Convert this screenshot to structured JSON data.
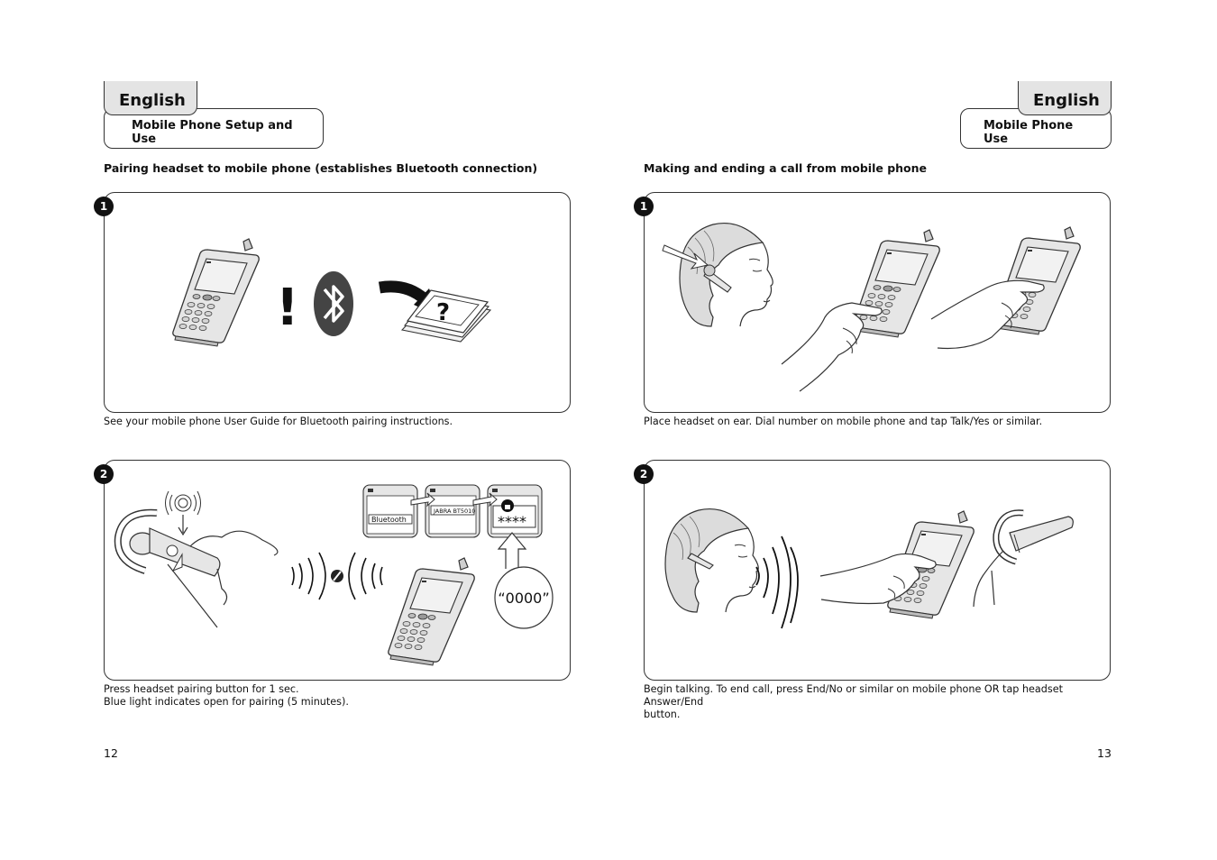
{
  "left_page": {
    "language_tab": "English",
    "section_title": "Mobile Phone Setup and Use",
    "heading": "Pairing headset to mobile phone (establishes Bluetooth connection)",
    "steps": [
      {
        "number": "1",
        "caption": "See your mobile phone User Guide for Bluetooth pairing instructions."
      },
      {
        "number": "2",
        "caption_line1": "Press headset pairing button for 1 sec.",
        "caption_line2": "Blue light indicates open for pairing (5 minutes)."
      }
    ],
    "illustration_text": {
      "exclamation": "!",
      "question": "?",
      "screen_bluetooth": "Bluetooth",
      "screen_device": "JABRA BT5010",
      "screen_pin": "****",
      "passkey": "“0000”"
    },
    "page_number": "12"
  },
  "right_page": {
    "language_tab": "English",
    "section_title": "Mobile Phone Use",
    "heading": "Making and ending a call from mobile phone",
    "steps": [
      {
        "number": "1",
        "caption": "Place headset on ear. Dial number on mobile phone and tap Talk/Yes or similar."
      },
      {
        "number": "2",
        "caption_line1": "Begin talking. To end call, press End/No or similar on mobile phone OR tap headset Answer/End",
        "caption_line2": "button."
      }
    ],
    "page_number": "13"
  },
  "icons": [
    "phone-icon",
    "bluetooth-icon",
    "manual-icon",
    "headset-icon",
    "head-icon",
    "hand-icon",
    "signal-waves-icon"
  ],
  "colors": {
    "line": "#333333",
    "tab_fill": "#e4e4e4",
    "phone_fill": "#e6e6e6",
    "screen_fill": "#f2f2f2"
  }
}
